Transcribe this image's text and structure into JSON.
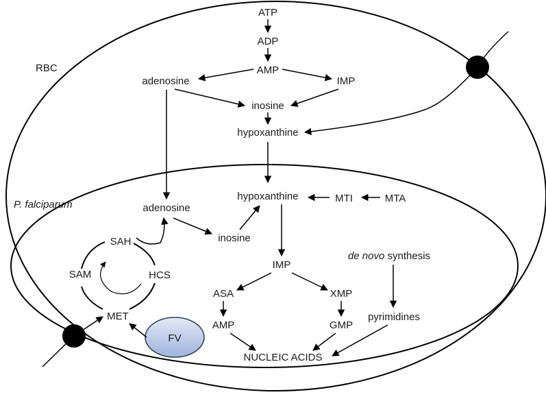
{
  "compartments": {
    "rbc": "RBC",
    "parasite": "P. falciparum",
    "food_vacuole": "FV"
  },
  "host": {
    "atp": "ATP",
    "adp": "ADP",
    "amp": "AMP",
    "adenosine": "adenosine",
    "imp": "IMP",
    "inosine": "inosine",
    "hypoxanthine": "hypoxanthine"
  },
  "parasite": {
    "hypoxanthine": "hypoxanthine",
    "mti": "MTI",
    "mta": "MTA",
    "adenosine": "adenosine",
    "inosine": "inosine",
    "imp": "IMP",
    "asa": "ASA",
    "xmp": "XMP",
    "amp": "AMP",
    "gmp": "GMP",
    "nucleic_acids": "NUCLEIC ACIDS",
    "de_novo_italic": "de novo",
    "de_novo_rest": " synthesis",
    "pyrimidines": "pyrimidines",
    "sah": "SAH",
    "sam": "SAM",
    "hcs": "HCS",
    "met": "MET"
  },
  "colors": {
    "line": "#000000",
    "transporter": "#000000",
    "fv_fill": "#b7c6e6",
    "fv_stroke": "#2b3a55"
  }
}
